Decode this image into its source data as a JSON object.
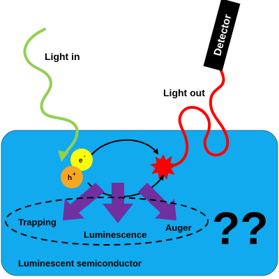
{
  "labels": {
    "light_in": "Light in",
    "light_out": "Light out",
    "detector": "Detector",
    "electron": "e",
    "electron_sup": "-",
    "hole": "h",
    "hole_sup": "+",
    "trapping": "Trapping",
    "luminescence": "Luminescence",
    "auger": "Auger",
    "question": "??",
    "material": "Luminescent semiconductor"
  },
  "colors": {
    "semiconductor": "#11aaee",
    "light_in_wave": "#92d050",
    "light_out_wave": "#ff0000",
    "electron": "#ffff00",
    "hole": "#f5a623",
    "process_arrows": "#7030a0",
    "detector": "#000000",
    "flash": "#ff0000"
  },
  "icons": {
    "flash": "starburst-icon",
    "detector": "detector-box-icon"
  }
}
